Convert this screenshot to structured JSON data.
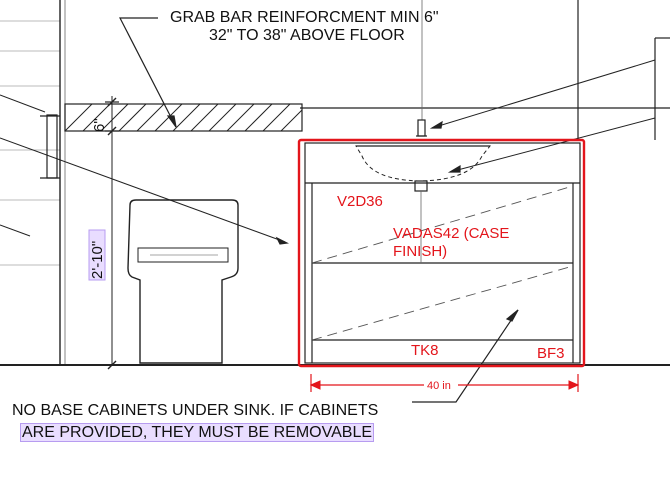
{
  "notes": {
    "grab_bar_line1": "GRAB BAR REINFORCMENT MIN 6\"",
    "grab_bar_line2": "32\" TO 38\" ABOVE FLOOR",
    "bottom_line1": "NO BASE CABINETS UNDER SINK. IF CABINETS",
    "bottom_line2": "ARE PROVIDED, THEY MUST BE REMOVABLE"
  },
  "dimensions": {
    "reinforcement_height": "6\"",
    "grab_bar_height": "2'-10\"",
    "vanity_width": "40 in"
  },
  "markups": {
    "door_code": "V2D36",
    "cabinet_code_line1": "VADAS42 (CASE",
    "cabinet_code_line2": "FINISH)",
    "toe_kick": "TK8",
    "base_filler": "BF3"
  },
  "colors": {
    "markup_red": "#e3151b",
    "linework": "#222222",
    "highlight": "#e9ddff"
  }
}
